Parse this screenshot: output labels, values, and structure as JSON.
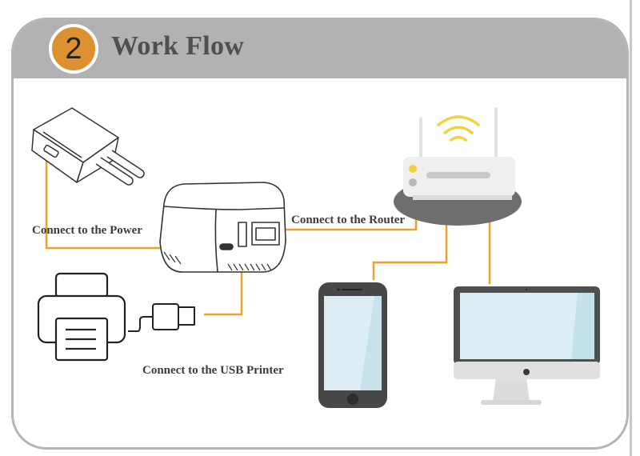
{
  "header": {
    "step_number": "2",
    "title": "Work Flow"
  },
  "labels": {
    "power": "Connect to the Power",
    "router": "Connect to the Router",
    "printer": "Connect to the USB Printer"
  },
  "devices": [
    {
      "name": "power-adapter"
    },
    {
      "name": "print-server"
    },
    {
      "name": "usb-printer"
    },
    {
      "name": "usb-plug"
    },
    {
      "name": "wifi-router"
    },
    {
      "name": "smartphone"
    },
    {
      "name": "desktop-monitor"
    }
  ],
  "colors": {
    "accent": "#de9130",
    "cable": "#f0a02a",
    "header": "#b2b2b2",
    "wifi": "#f2d23c",
    "screen": "#dcedf4",
    "device_dark": "#484848"
  }
}
